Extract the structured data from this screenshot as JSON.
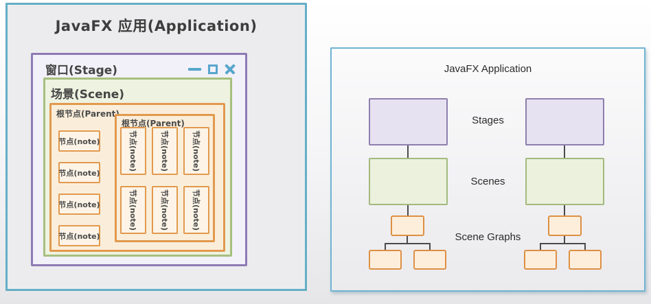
{
  "left_panel": {
    "title": "JavaFX 应用(Application)",
    "stage": {
      "title": "窗口(Stage)",
      "window_controls": [
        "minimize-icon",
        "maximize-icon",
        "close-icon"
      ],
      "scene": {
        "title": "场景(Scene)",
        "root_parent": {
          "label": "根节点(Parent)",
          "note_label": "节点(note)",
          "note_count": 4,
          "nested_parent": {
            "label": "根节点(Parent)",
            "note_label": "节点(note)",
            "note_count": 6
          }
        }
      }
    }
  },
  "right_panel": {
    "title": "JavaFX Application",
    "stages_label": "Stages",
    "scenes_label": "Scenes",
    "scene_graphs_label": "Scene Graphs"
  },
  "colors": {
    "outer_panel_border": "#64aec7",
    "right_panel_border": "#6fb3d3",
    "stage_border": "#8d7ab5",
    "scene_border": "#a6bf7e",
    "node_border": "#e2994e",
    "graph_node_border": "#dd8f44",
    "window_control_icons": "#57a6cc",
    "connector_line": "#4a4a4a",
    "stage_node_fill": "#e7e2f1",
    "scene_node_fill": "#ebf1dd",
    "graph_node_fill": "#fdeedc"
  }
}
